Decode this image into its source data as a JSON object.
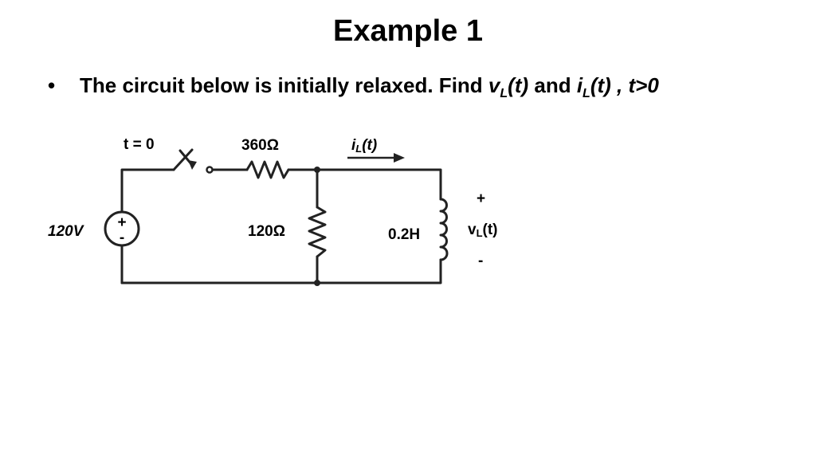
{
  "slide": {
    "title": "Example 1",
    "bullet": {
      "prefix": "The circuit below is initially relaxed.  Find ",
      "v_var": "v",
      "v_sub": "L",
      "v_arg": "(t)",
      "and_text": " and ",
      "i_var": "i",
      "i_sub": "L",
      "i_arg": "(t)",
      "suffix": " , t>0"
    }
  },
  "circuit": {
    "switch_label": "t = 0",
    "series_resistor": "360Ω",
    "shunt_resistor": "120Ω",
    "source_label": "120V",
    "source_plus": "+",
    "source_minus": "-",
    "inductor_label": "0.2H",
    "current_label": "i",
    "current_sub": "L",
    "current_arg": "(t)",
    "voltage_plus": "+",
    "voltage_label": "v",
    "voltage_sub": "L",
    "voltage_arg": "(t)",
    "voltage_minus": "-"
  }
}
